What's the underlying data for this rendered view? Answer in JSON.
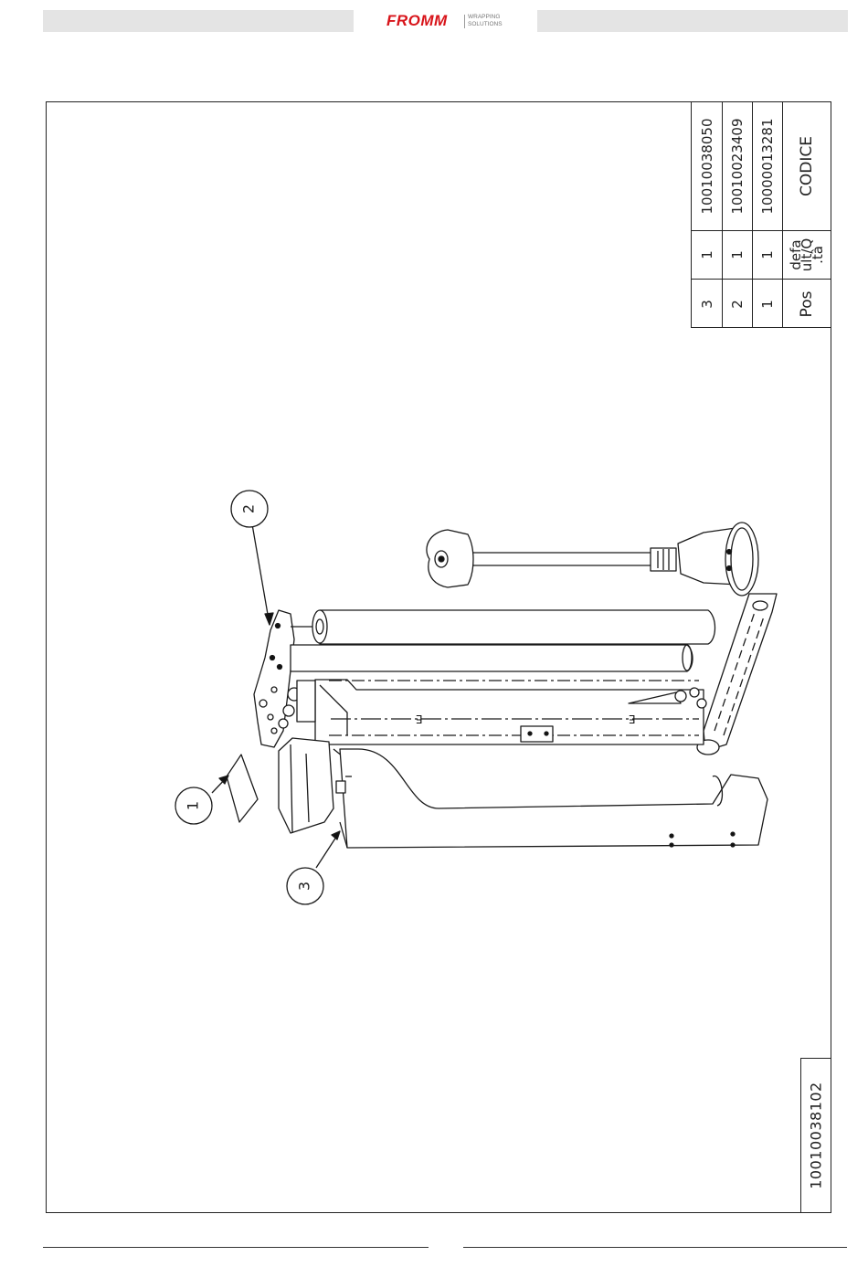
{
  "header": {
    "logo_main": "FROMM",
    "logo_sub_line1": "WRAPPING",
    "logo_sub_line2": "SOLUTIONS",
    "brand_color": "#d8151b"
  },
  "bom": {
    "headers": {
      "pos": "Pos",
      "qty": "defa\nult/Q\n.tà",
      "code": "CODICE"
    },
    "rows": [
      {
        "pos": "1",
        "qty": "1",
        "code": "10000013281"
      },
      {
        "pos": "2",
        "qty": "1",
        "code": "10010023409"
      },
      {
        "pos": "3",
        "qty": "1",
        "code": "10010038050"
      }
    ]
  },
  "callouts": {
    "c1": "1",
    "c2": "2",
    "c3": "3"
  },
  "document_number": "10010038102"
}
